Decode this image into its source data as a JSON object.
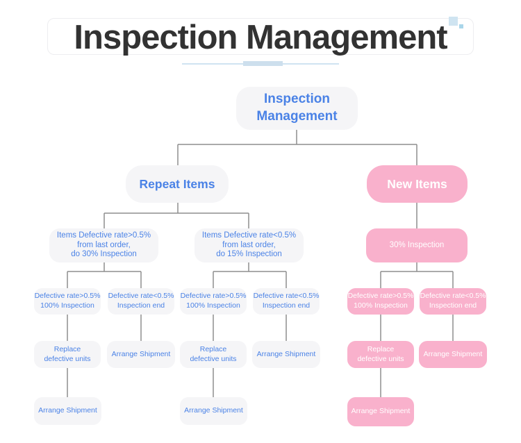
{
  "header": {
    "title": "Inspection Management"
  },
  "nodes": {
    "root": "Inspection\nManagement",
    "repeat_items": "Repeat Items",
    "new_items": "New Items",
    "repeat_high": "Items Defective rate>0.5%\nfrom last order,\ndo 30% Inspection",
    "repeat_low": "Items Defective rate<0.5%\nfrom last order,\ndo 15% Inspection",
    "new_inspection": "30% Inspection",
    "defective_high": "Defective rate>0.5%\n100% Inspection",
    "defective_low": "Defective rate<0.5%\nInspection end",
    "replace_units": "Replace\ndefective units",
    "arrange_shipment": "Arrange Shipment"
  },
  "edges": [
    [
      "root",
      "repeat_items"
    ],
    [
      "root",
      "new_items"
    ],
    [
      "repeat_items",
      "repeat_high"
    ],
    [
      "repeat_items",
      "repeat_low"
    ],
    [
      "new_items",
      "new_inspection"
    ],
    [
      "repeat_high",
      "defective_high"
    ],
    [
      "repeat_high",
      "defective_low"
    ],
    [
      "repeat_low",
      "defective_high"
    ],
    [
      "repeat_low",
      "defective_low"
    ],
    [
      "new_inspection",
      "defective_high"
    ],
    [
      "new_inspection",
      "defective_low"
    ],
    [
      "defective_high",
      "replace_units"
    ],
    [
      "defective_low",
      "arrange_shipment"
    ],
    [
      "replace_units",
      "arrange_shipment"
    ]
  ],
  "colors": {
    "blue_text": "#4a82e6",
    "pink_bg": "#f9b1cc",
    "node_bg": "#f5f5f7",
    "connector": "#8d8d8d",
    "title_text": "#323232",
    "accent_underline": "#cfe3f1"
  }
}
